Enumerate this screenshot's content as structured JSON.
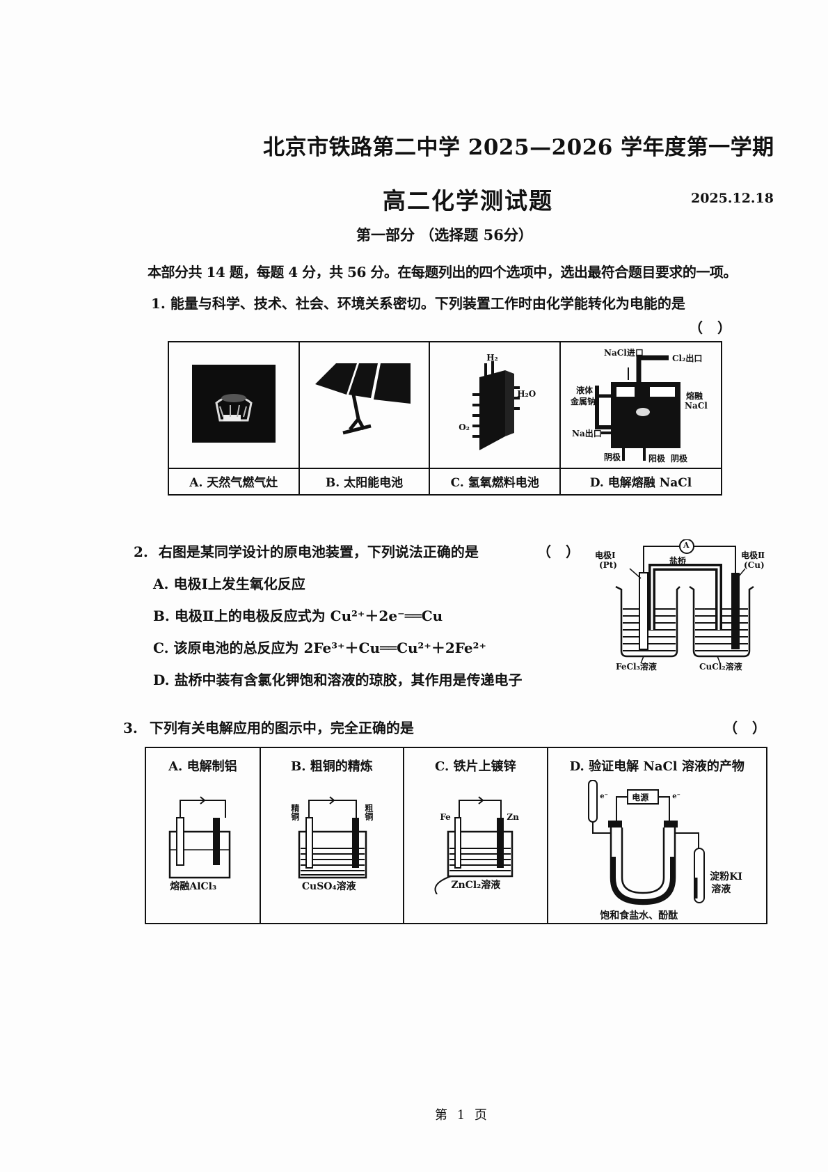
{
  "header": {
    "school_title": "北京市铁路第二中学 2025—2026 学年度第一学期",
    "exam_title": "高二化学测试题",
    "date": "2025.12.18",
    "part_title": "第一部分 （选择题 56分）",
    "instructions": "本部分共 14 题，每题 4 分，共 56 分。在每题列出的四个选项中，选出最符合题目要求的一项。"
  },
  "questions": [
    {
      "number": "1.",
      "stem": "能量与科学、技术、社会、环境关系密切。下列装置工作时由化学能转化为电能的是",
      "answer_paren": "（ ）",
      "options": [
        {
          "label": "A. 天然气燃气灶",
          "icon": "gas-stove-photo"
        },
        {
          "label": "B. 太阳能电池",
          "icon": "solar-panel-photo"
        },
        {
          "label": "C. 氢氧燃料电池",
          "icon": "fuel-cell-diagram",
          "annotations": [
            "H₂",
            "H₂O",
            "O₂"
          ]
        },
        {
          "label": "D. 电解熔融 NaCl",
          "icon": "molten-nacl-electrolysis-diagram",
          "annotations": [
            "NaCl进口",
            "Cl₂出口",
            "液体",
            "金属钠",
            "熔融",
            "NaCl",
            "Na出口",
            "阴极",
            "阳极",
            "阴极"
          ]
        }
      ]
    },
    {
      "number": "2.",
      "stem": "右图是某同学设计的原电池装置，下列说法正确的是",
      "answer_paren": "（ ）",
      "options": [
        {
          "letter": "A.",
          "text": "电极Ⅰ上发生氧化反应"
        },
        {
          "letter": "B.",
          "text": "电极Ⅱ上的电极反应式为 Cu²⁺＋2e⁻══Cu"
        },
        {
          "letter": "C.",
          "text": "该原电池的总反应为 2Fe³⁺＋Cu══Cu²⁺＋2Fe²⁺"
        },
        {
          "letter": "D.",
          "text": "盐桥中装有含氯化钾饱和溶液的琼胶，其作用是传递电子"
        }
      ],
      "figure": {
        "ammeter": "A",
        "salt_bridge": "盐桥",
        "electrode_1": "电极Ⅰ",
        "electrode_1_material": "(Pt)",
        "electrode_2": "电极Ⅱ",
        "electrode_2_material": "(Cu)",
        "left_solution": "FeCl₃溶液",
        "right_solution": "CuCl₂溶液"
      }
    },
    {
      "number": "3.",
      "stem": "下列有关电解应用的图示中，完全正确的是",
      "answer_paren": "（ ）",
      "options": [
        {
          "label": "A. 电解制铝",
          "solution": "熔融AlCl₃"
        },
        {
          "label": "B. 粗铜的精炼",
          "left": "精铜",
          "right": "粗铜",
          "solution": "CuSO₄溶液"
        },
        {
          "label": "C. 铁片上镀锌",
          "left": "Fe",
          "right": "Zn",
          "solution": "ZnCl₂溶液"
        },
        {
          "label": "D. 验证电解 NaCl 溶液的产物",
          "power": "电源",
          "left_sign": "e⁻",
          "right_sign": "e⁻",
          "right_tube": "淀粉KI溶液",
          "right_tube_1": "淀粉KI",
          "right_tube_2": "溶液",
          "solution": "饱和食盐水、酚酞"
        }
      ]
    }
  ],
  "footer": {
    "page": "第 1 页"
  }
}
